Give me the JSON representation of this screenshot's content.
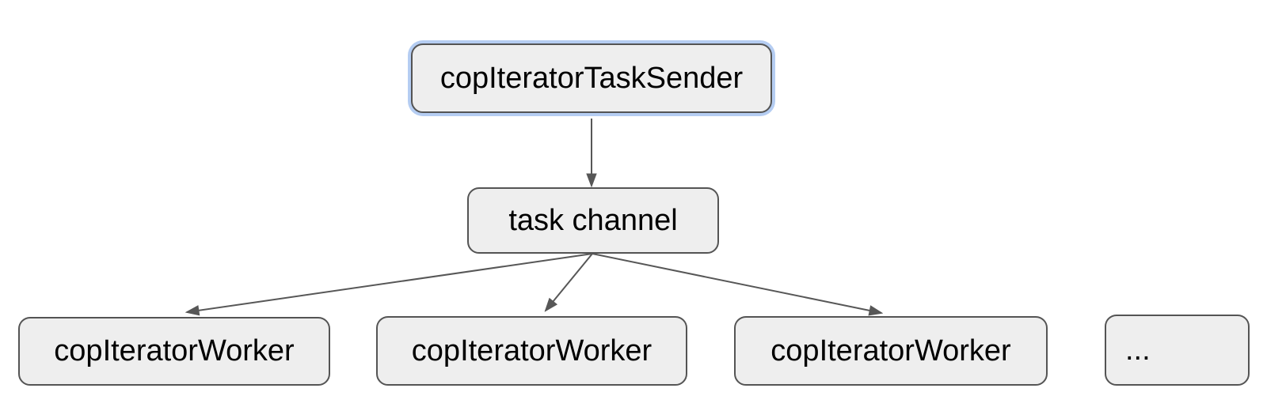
{
  "diagram": {
    "title": "coprocessor iterator task dispatch diagram",
    "colors": {
      "background": "#ffffff",
      "node_fill": "#eeeeee",
      "node_border": "#545454",
      "arrow": "#575757",
      "selection_highlight": "#b5cdf2",
      "text": "#000000"
    },
    "nodes": {
      "sender": {
        "label": "copIteratorTaskSender",
        "selected": true
      },
      "channel": {
        "label": "task channel",
        "selected": false
      },
      "workers": [
        {
          "label": "copIteratorWorker"
        },
        {
          "label": "copIteratorWorker"
        },
        {
          "label": "copIteratorWorker"
        }
      ],
      "more": {
        "label": "..."
      }
    },
    "edges": [
      {
        "from": "copIteratorTaskSender",
        "to": "task channel"
      },
      {
        "from": "task channel",
        "to": "copIteratorWorker (1)"
      },
      {
        "from": "task channel",
        "to": "copIteratorWorker (2)"
      },
      {
        "from": "task channel",
        "to": "copIteratorWorker (3)"
      }
    ]
  }
}
